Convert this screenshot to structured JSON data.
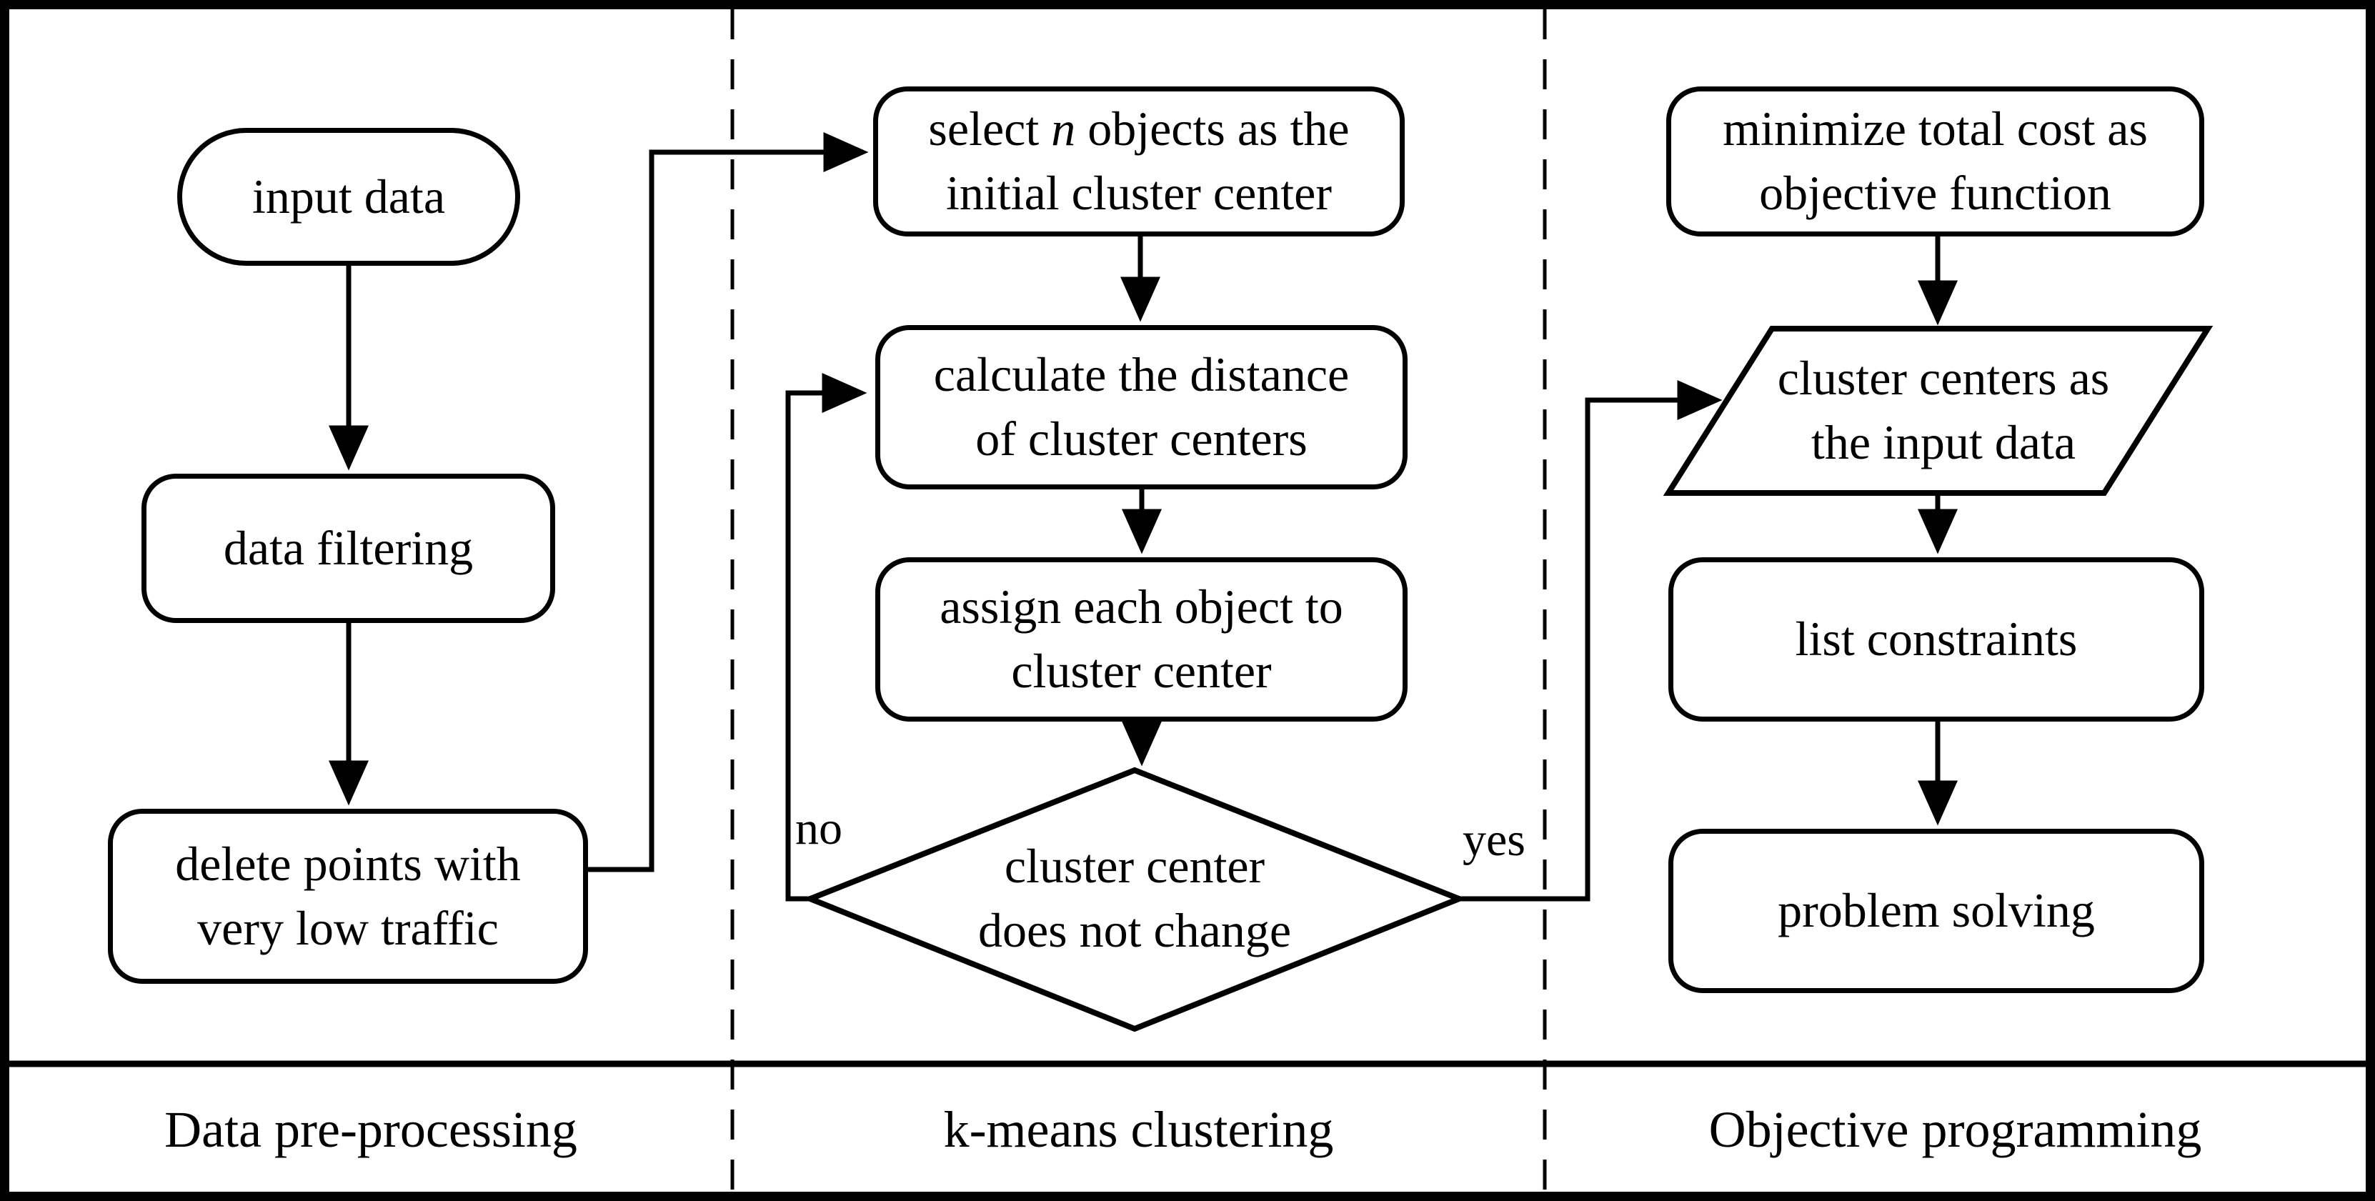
{
  "figure": {
    "lanes": [
      {
        "label": "Data pre-processing"
      },
      {
        "label": "k-means clustering"
      },
      {
        "label": "Objective programming"
      }
    ],
    "nodes": {
      "input_data": {
        "text": "input data"
      },
      "data_filtering": {
        "text": "data filtering"
      },
      "delete_points": {
        "text": "delete points with\nvery low traffic"
      },
      "select_objects": {
        "pre": "select ",
        "variable": "n",
        "post": " objects as the",
        "line2": "initial cluster center"
      },
      "calculate_distance": {
        "text": "calculate the distance\nof cluster centers"
      },
      "assign_objects": {
        "text": "assign each object to\ncluster center"
      },
      "decision": {
        "text": "cluster center\ndoes not change"
      },
      "minimize_cost": {
        "text": "minimize total cost as\nobjective function"
      },
      "cluster_centers_input": {
        "text": "cluster centers as\nthe input data"
      },
      "list_constraints": {
        "text": "list constraints"
      },
      "problem_solving": {
        "text": "problem solving"
      }
    },
    "edge_labels": {
      "no": "no",
      "yes": "yes"
    },
    "colors": {
      "ink": "#000000",
      "paper": "#ffffff"
    }
  }
}
